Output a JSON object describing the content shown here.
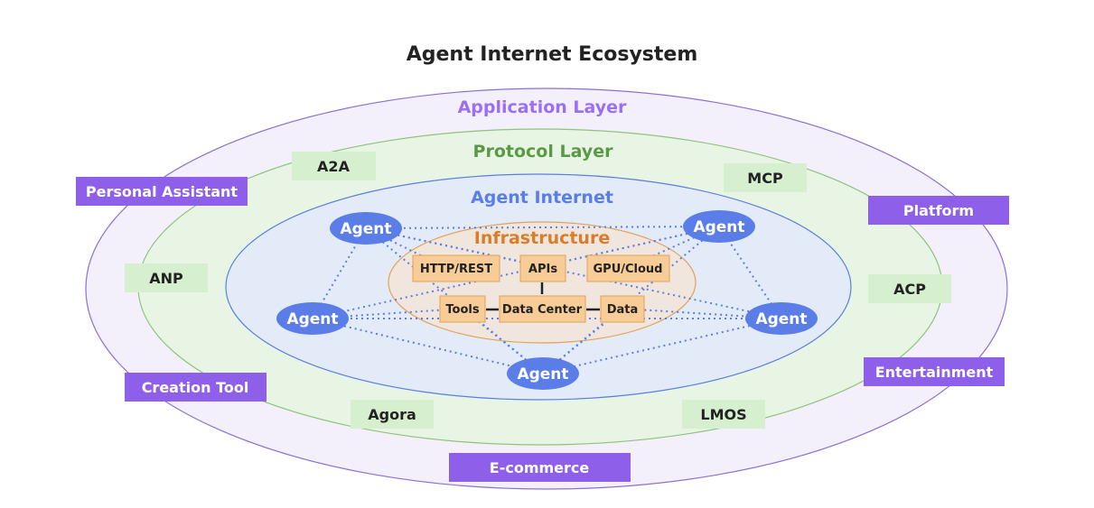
{
  "title": "Agent Internet Ecosystem",
  "layers": {
    "application": "Application Layer",
    "protocol": "Protocol Layer",
    "agent_internet": "Agent Internet",
    "infrastructure": "Infrastructure"
  },
  "applications": [
    "Personal Assistant",
    "Platform",
    "Creation Tool",
    "Entertainment",
    "E-commerce"
  ],
  "protocols": [
    "A2A",
    "MCP",
    "ANP",
    "ACP",
    "Agora",
    "LMOS"
  ],
  "agents": [
    "Agent",
    "Agent",
    "Agent",
    "Agent",
    "Agent"
  ],
  "infrastructure_items": [
    "HTTP/REST",
    "APIs",
    "GPU/Cloud",
    "Tools",
    "Data Center",
    "Data"
  ],
  "colors": {
    "application_fill": "#f4f0fb",
    "application_stroke": "#8b6fd6",
    "application_box": "#8e5fe8",
    "application_text": "#9b6ff0",
    "protocol_fill": "#e8f5e4",
    "protocol_stroke": "#8fc27a",
    "protocol_box": "#d6efcf",
    "protocol_text": "#5a9a45",
    "agent_fill": "#e3ebf8",
    "agent_stroke": "#5b7ee0",
    "agent_node": "#5b7de8",
    "agent_text": "#5b7de8",
    "infra_fill": "#f7e9da",
    "infra_stroke": "#e0a35c",
    "infra_box": "#f8cc96",
    "infra_text": "#d97d2a"
  }
}
